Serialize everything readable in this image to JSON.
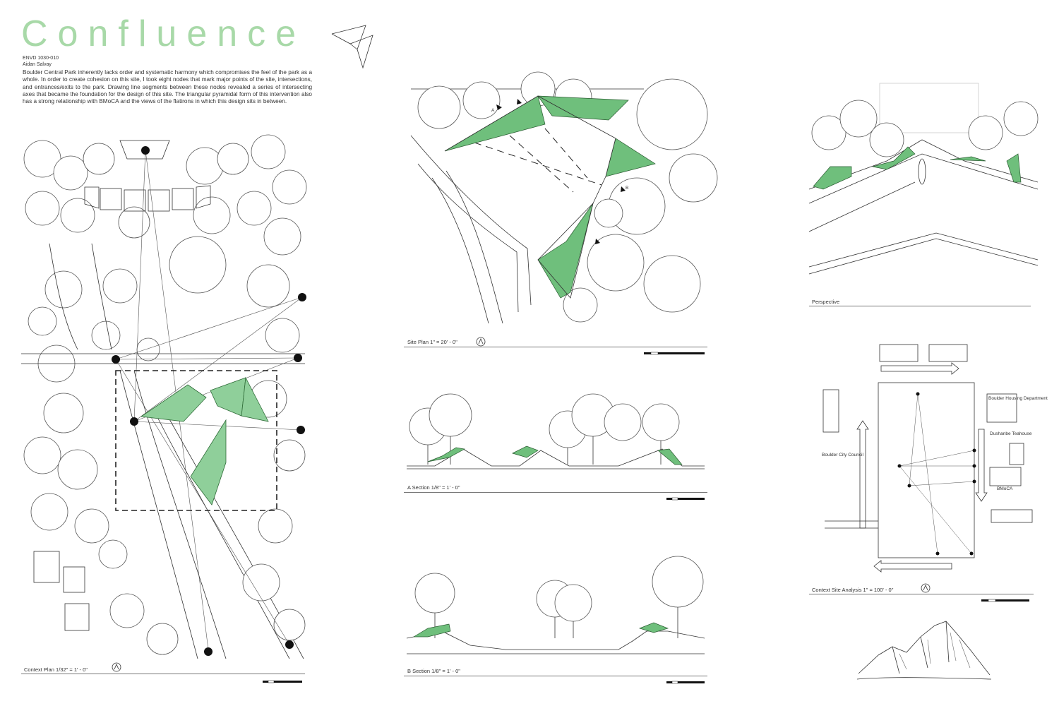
{
  "header": {
    "title": "Confluence",
    "course": "ENVD 1030-010",
    "author": "Aidan Salvay",
    "description": "Boulder Central Park inherently lacks order and systematic harmony which compromises the feel of the park as a whole. In order to create cohesion on this site, I took eight nodes that mark major points of the site, intersections, and entrances/exits to the park. Drawing line segments between these nodes revealed a series of intersecting axes that became the foundation for the design of this site. The triangular pyramidal form of this intervention also has a strong relationship with BMoCA and the views of the flatirons in which this design sits in between."
  },
  "captions": {
    "context_plan": "Context Plan 1/32\" = 1' - 0\"",
    "site_plan": "Site Plan 1\" = 20' - 0\"",
    "a_section": "A Section 1/8\" = 1' - 0\"",
    "b_section": "B Section 1/8\" = 1' - 0\"",
    "perspective": "Perspective",
    "context_site_analysis": "Context Site Analysis 1\" = 100' - 0\""
  },
  "site_plan_labels": {
    "a": "A",
    "b": "B"
  },
  "analysis_labels": {
    "boulder_housing": "Boulder Housing Department",
    "boulder_city_council": "Boulder City Council",
    "dushanbe": "Dushanbe Teahouse",
    "bmoca": "BMoCA"
  },
  "colors": {
    "title_green": "#a8d9a8",
    "landscape_green": "#8fcf9a",
    "ink": "#333333"
  }
}
